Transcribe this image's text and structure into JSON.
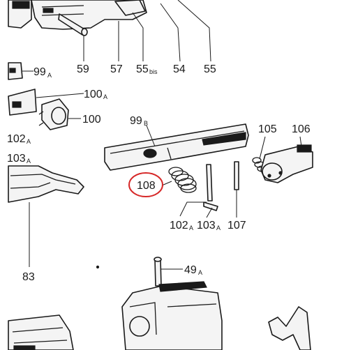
{
  "callouts": [
    {
      "id": "c59",
      "main": "59",
      "sub": ""
    },
    {
      "id": "c57",
      "main": "57",
      "sub": ""
    },
    {
      "id": "c55bis",
      "main": "55",
      "sub": "bis"
    },
    {
      "id": "c54",
      "main": "54",
      "sub": ""
    },
    {
      "id": "c55",
      "main": "55",
      "sub": ""
    },
    {
      "id": "c99a",
      "main": "99",
      "sub": "A"
    },
    {
      "id": "c100a",
      "main": "100",
      "sub": "A"
    },
    {
      "id": "c100",
      "main": "100",
      "sub": ""
    },
    {
      "id": "c102a_left",
      "main": "102",
      "sub": "A"
    },
    {
      "id": "c103a_left",
      "main": "103",
      "sub": "A"
    },
    {
      "id": "c99b",
      "main": "99",
      "sub": "B"
    },
    {
      "id": "c105",
      "main": "105",
      "sub": ""
    },
    {
      "id": "c106",
      "main": "106",
      "sub": ""
    },
    {
      "id": "c108",
      "main": "108",
      "sub": ""
    },
    {
      "id": "c102a_mid",
      "main": "102",
      "sub": "A"
    },
    {
      "id": "c103a_mid",
      "main": "103",
      "sub": "A"
    },
    {
      "id": "c107",
      "main": "107",
      "sub": ""
    },
    {
      "id": "c83",
      "main": "83",
      "sub": ""
    },
    {
      "id": "c49a",
      "main": "49",
      "sub": "A"
    }
  ],
  "highlight": {
    "target": "108",
    "color": "#d62828"
  },
  "colors": {
    "ink": "#1a1a1a",
    "paper": "#ffffff",
    "highlight": "#d62828"
  }
}
